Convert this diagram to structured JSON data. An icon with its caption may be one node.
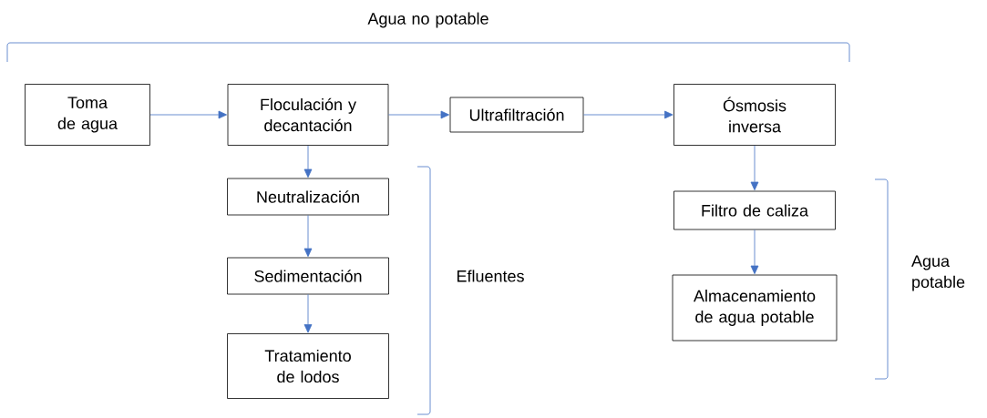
{
  "diagram": {
    "nodes": [
      {
        "text": [
          "Toma de agua"
        ]
      },
      {
        "text": [
          "Floculación y decantación"
        ]
      },
      {
        "text": [
          "Ultrafiltración"
        ]
      },
      {
        "text": [
          "Ósmosis inversa"
        ]
      },
      {
        "text": [
          "Neutralización"
        ]
      },
      {
        "text": [
          "Sedimentación"
        ]
      },
      {
        "text": [
          "Tratamiento de lodos"
        ]
      },
      {
        "text": [
          "Filtro de caliza"
        ]
      },
      {
        "text": [
          "Almacenamiento de agua potable"
        ]
      }
    ],
    "edges": [
      {
        "from": 0,
        "to": 1,
        "arrow": "to"
      },
      {
        "from": 1,
        "to": 2,
        "arrow": "to"
      },
      {
        "from": 2,
        "to": 3,
        "arrow": "to"
      },
      {
        "from": 1,
        "to": 4,
        "arrow": "to"
      },
      {
        "from": 4,
        "to": 5,
        "arrow": "to"
      },
      {
        "from": 5,
        "to": 6,
        "arrow": "to"
      },
      {
        "from": 3,
        "to": 7,
        "arrow": "to"
      },
      {
        "from": 7,
        "to": 8,
        "arrow": "to"
      }
    ],
    "labels": [
      "Agua no potable",
      "Efluentes",
      "Agua potable"
    ]
  }
}
